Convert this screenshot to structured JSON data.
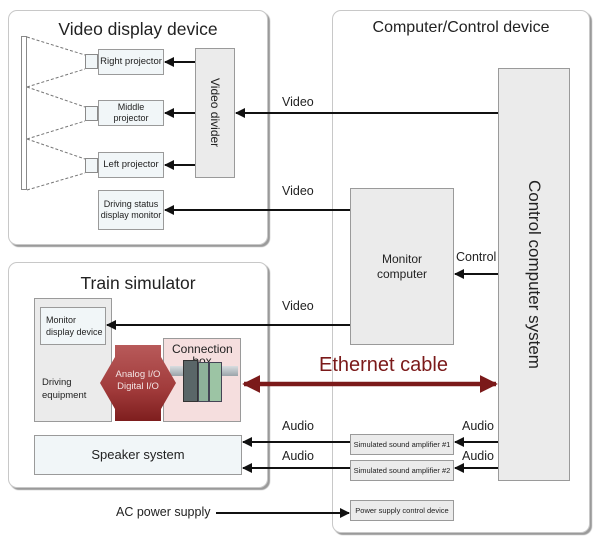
{
  "groups": {
    "video_display": {
      "title": "Video display device",
      "right_projector": "Right projector",
      "middle_projector": "Middle projector",
      "left_projector": "Left projector",
      "video_divider": "Video divider",
      "driving_status": "Driving status display monitor"
    },
    "computer_control": {
      "title": "Computer/Control device",
      "monitor_computer": "Monitor computer",
      "control_system": "Control computer system",
      "amp1": "Simulated sound amplifier #1",
      "amp2": "Simulated sound amplifier #2",
      "power_control": "Power supply control device"
    },
    "train_simulator": {
      "title": "Train simulator",
      "monitor_display": "Monitor display device",
      "driving_equipment": "Driving equipment",
      "io_line1": "Analog I/O",
      "io_line2": "Digital I/O",
      "connection_box": "Connection box",
      "speaker_system": "Speaker system"
    }
  },
  "connections": {
    "video_to_divider": "Video",
    "video_to_status": "Video",
    "video_to_monitor_display": "Video",
    "control": "Control",
    "ethernet": "Ethernet cable",
    "audio_left_1": "Audio",
    "audio_left_2": "Audio",
    "audio_right_1": "Audio",
    "audio_right_2": "Audio",
    "ac_power": "AC power supply"
  },
  "colors": {
    "ethernet": "#7b1a1a",
    "io_arrow": "#a63c3c",
    "connection_box_bg": "#f5dede"
  }
}
